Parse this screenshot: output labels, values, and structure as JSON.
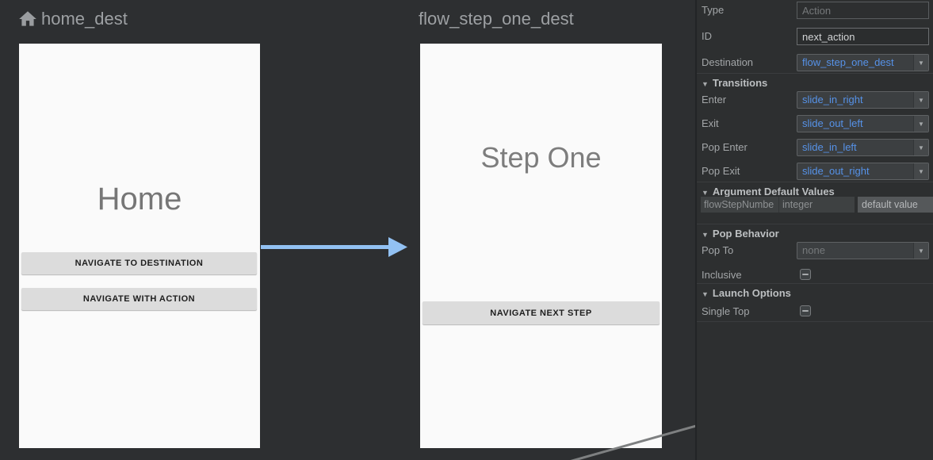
{
  "canvas": {
    "destinations": [
      {
        "title": "home_dest",
        "screen": {
          "heading": "Home",
          "button1": "NAVIGATE TO DESTINATION",
          "button2": "NAVIGATE WITH ACTION"
        }
      },
      {
        "title": "flow_step_one_dest",
        "screen": {
          "heading": "Step One",
          "button1": "NAVIGATE NEXT STEP"
        }
      }
    ]
  },
  "inspector": {
    "type_row": {
      "label": "Type",
      "placeholder": "Action"
    },
    "id_row": {
      "label": "ID",
      "value": "next_action"
    },
    "destination_row": {
      "label": "Destination",
      "value": "flow_step_one_dest"
    },
    "transitions": {
      "title": "Transitions",
      "rows": [
        {
          "label": "Enter",
          "value": "slide_in_right"
        },
        {
          "label": "Exit",
          "value": "slide_out_left"
        },
        {
          "label": "Pop Enter",
          "value": "slide_in_left"
        },
        {
          "label": "Pop Exit",
          "value": "slide_out_right"
        }
      ]
    },
    "argument_defaults": {
      "title": "Argument Default Values",
      "name": "flowStepNumbe",
      "type": "integer",
      "value_placeholder": "default value"
    },
    "pop_behavior": {
      "title": "Pop Behavior",
      "pop_to_label": "Pop To",
      "pop_to_value": "none",
      "inclusive_label": "Inclusive"
    },
    "launch_options": {
      "title": "Launch Options",
      "single_top_label": "Single Top"
    }
  },
  "icons": {
    "home": "house-glyph",
    "dropdown_arrow": "▼",
    "collapse_triangle": "▼"
  },
  "colors": {
    "canvas_bg": "#2d2f31",
    "screen_bg": "#fafafa",
    "value_blue": "#5692e8",
    "arrow_blue": "#92c1f2",
    "edge_gray": "#7e8081"
  }
}
